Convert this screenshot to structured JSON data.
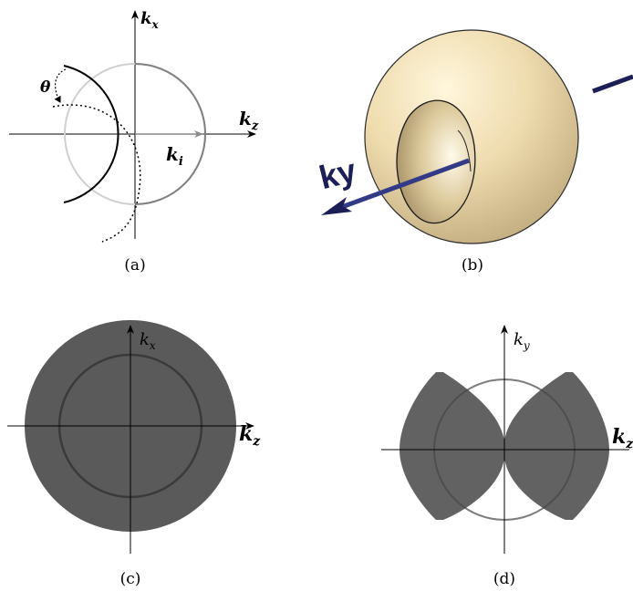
{
  "panels": {
    "a": {
      "caption": "(a)",
      "labels": {
        "kx": "k",
        "kx_sub": "x",
        "kz": "k",
        "kz_sub": "z",
        "ki": "k",
        "ki_sub": "i",
        "theta": "θ"
      }
    },
    "b": {
      "caption": "(b)",
      "labels": {
        "ky": "ky"
      }
    },
    "c": {
      "caption": "(c)",
      "labels": {
        "kx": "k",
        "kx_sub": "x",
        "kz": "k",
        "kz_sub": "z"
      }
    },
    "d": {
      "caption": "(d)",
      "labels": {
        "ky": "k",
        "ky_sub": "y",
        "kz": "k",
        "kz_sub": "z"
      }
    }
  },
  "colors": {
    "ewald_fill": "#5a5a5a",
    "light_circle": "#c8c8c8",
    "sphere_base": "#efdcaf",
    "arrow_blue": "#1c1f55"
  }
}
